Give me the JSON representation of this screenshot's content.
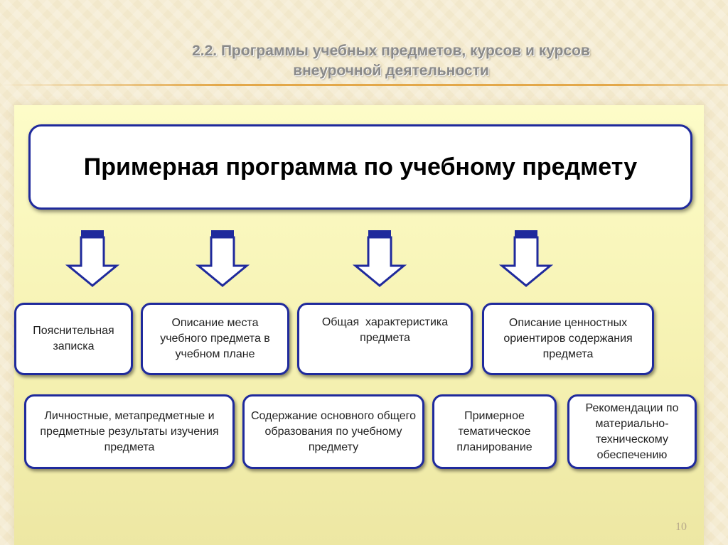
{
  "slide": {
    "title_line1": "2.2. Программы учебных предметов, курсов и курсов",
    "title_line2": "внеурочной деятельности",
    "page_number": "10"
  },
  "diagram": {
    "main": "Примерная программа по учебному предмету",
    "row1": [
      {
        "label": "Пояснительная записка"
      },
      {
        "label": "Описание места учебного предмета в учебном плане"
      },
      {
        "label": "Общая  характеристика предмета"
      },
      {
        "label": "Описание ценностных ориентиров содержания предмета"
      }
    ],
    "row2": [
      {
        "label": "Личностные, метапредметные и предметные результаты изучения предмета"
      },
      {
        "label": "Содержание основного общего образования по учебному предмету"
      },
      {
        "label": "Примерное тематическое планирование"
      },
      {
        "label": "Рекомендации по материально-техническому обеспечению"
      }
    ]
  },
  "colors": {
    "box_border": "#1f2a9c",
    "arrow_fill": "#ffffff",
    "arrow_band": "#1f2a9c",
    "panel": "#f9f6bd"
  },
  "icons": [
    "down-arrow-icon"
  ]
}
